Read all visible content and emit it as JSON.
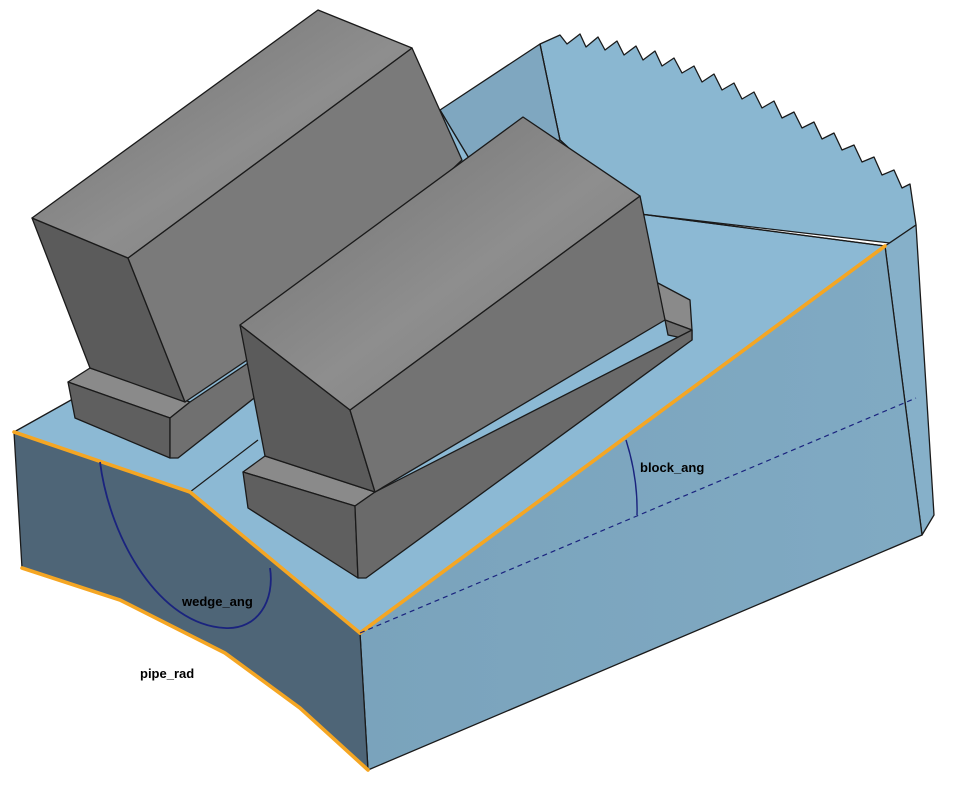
{
  "dimensions": {
    "block_angle_label": "block_ang",
    "wedge_angle_label": "wedge_ang",
    "pipe_radius_label": "pipe_rad"
  },
  "colors": {
    "body_top": "#8cb9d4",
    "body_side_right": "#7ba4bd",
    "body_side_front": "#4e6577",
    "body_back": "#86b2cc",
    "block_light": "#888888",
    "block_mid": "#787878",
    "block_dark": "#5b5b5b",
    "highlight_edge": "#f5a623",
    "dimension_line": "#1a237e"
  }
}
